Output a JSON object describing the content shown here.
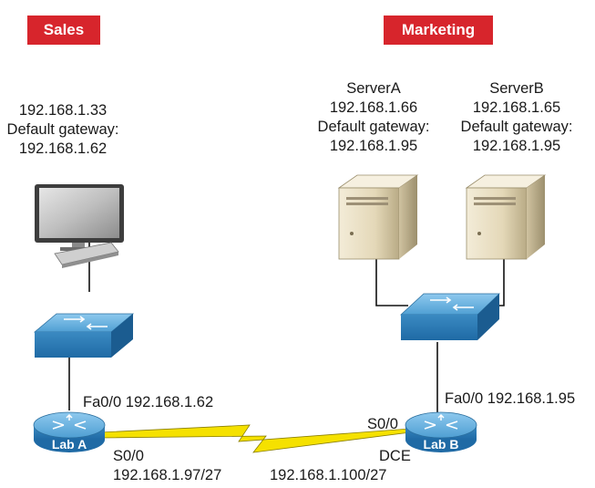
{
  "departments": {
    "sales": "Sales",
    "marketing": "Marketing"
  },
  "pc": {
    "ip": "192.168.1.33",
    "gateway_label": "Default gateway:",
    "gateway": "192.168.1.62"
  },
  "server_a": {
    "name": "ServerA",
    "ip": "192.168.1.66",
    "gateway_label": "Default gateway:",
    "gateway": "192.168.1.95"
  },
  "server_b": {
    "name": "ServerB",
    "ip": "192.168.1.65",
    "gateway_label": "Default gateway:",
    "gateway": "192.168.1.95"
  },
  "router_a": {
    "label": "Lab A",
    "fa_interface": "Fa0/0 192.168.1.62",
    "serial_interface": "S0/0",
    "serial_ip": "192.168.1.97/27"
  },
  "router_b": {
    "label": "Lab B",
    "fa_interface": "Fa0/0 192.168.1.95",
    "serial_interface": "S0/0",
    "dce": "DCE",
    "serial_ip": "192.168.1.100/27"
  },
  "colors": {
    "dept_red": "#d7252c",
    "link_yellow": "#f5e100",
    "device_blue": "#3f8fc4"
  }
}
